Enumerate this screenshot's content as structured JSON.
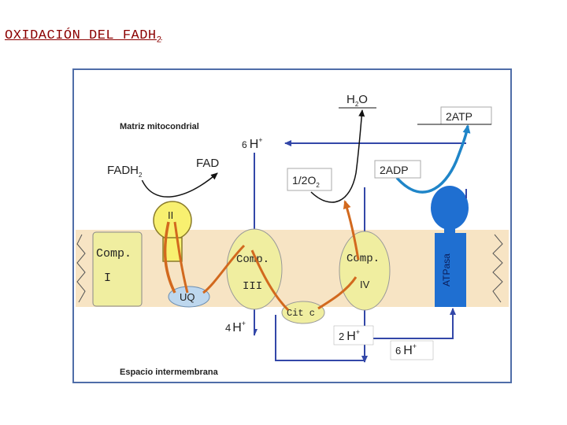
{
  "title": {
    "text": "OXIDACIÓN DEL FADH",
    "subscript": "2"
  },
  "labels": {
    "matrix": "Matriz mitocondrial",
    "intermembrane": "Espacio intermembrana",
    "fadh2": {
      "base": "FADH",
      "sub": "2"
    },
    "fad": "FAD",
    "water": {
      "pre": "H",
      "sub": "2",
      "post": "O"
    },
    "oxygen": {
      "base": "1/2O",
      "sub": "2"
    },
    "atp": "2ATP",
    "adp": "2ADP",
    "ubiquinone": "UQ",
    "cytc": "Cit c",
    "atpase": "ATPasa"
  },
  "complexes": {
    "c1": {
      "line1": "Comp.",
      "line2": "I"
    },
    "c2": {
      "line1": "II"
    },
    "c3": {
      "line1": "Comp.",
      "line2": "III"
    },
    "c4": {
      "line1": "Comp.",
      "line2": "IV"
    }
  },
  "protons": {
    "matrix_top": {
      "count": "6",
      "ion": "H",
      "charge": "+"
    },
    "c3_out": {
      "count": "4",
      "ion": "H",
      "charge": "+"
    },
    "c4_out": {
      "count": "2",
      "ion": "H",
      "charge": "+"
    },
    "atpase_in": {
      "count": "6",
      "ion": "H",
      "charge": "+"
    }
  },
  "colors": {
    "title": "#8b0000",
    "membrane": "#f7e4c4",
    "complex_fill": "#f0eea0",
    "complex2_fill": "#f8f070",
    "uq_fill": "#bdd7ee",
    "atpase_fill": "#1f6fd1",
    "electron_path": "#d2691e",
    "proton_line": "#3347a8",
    "atp_arrow": "#1f85c8",
    "frame": "#4f6da8"
  }
}
